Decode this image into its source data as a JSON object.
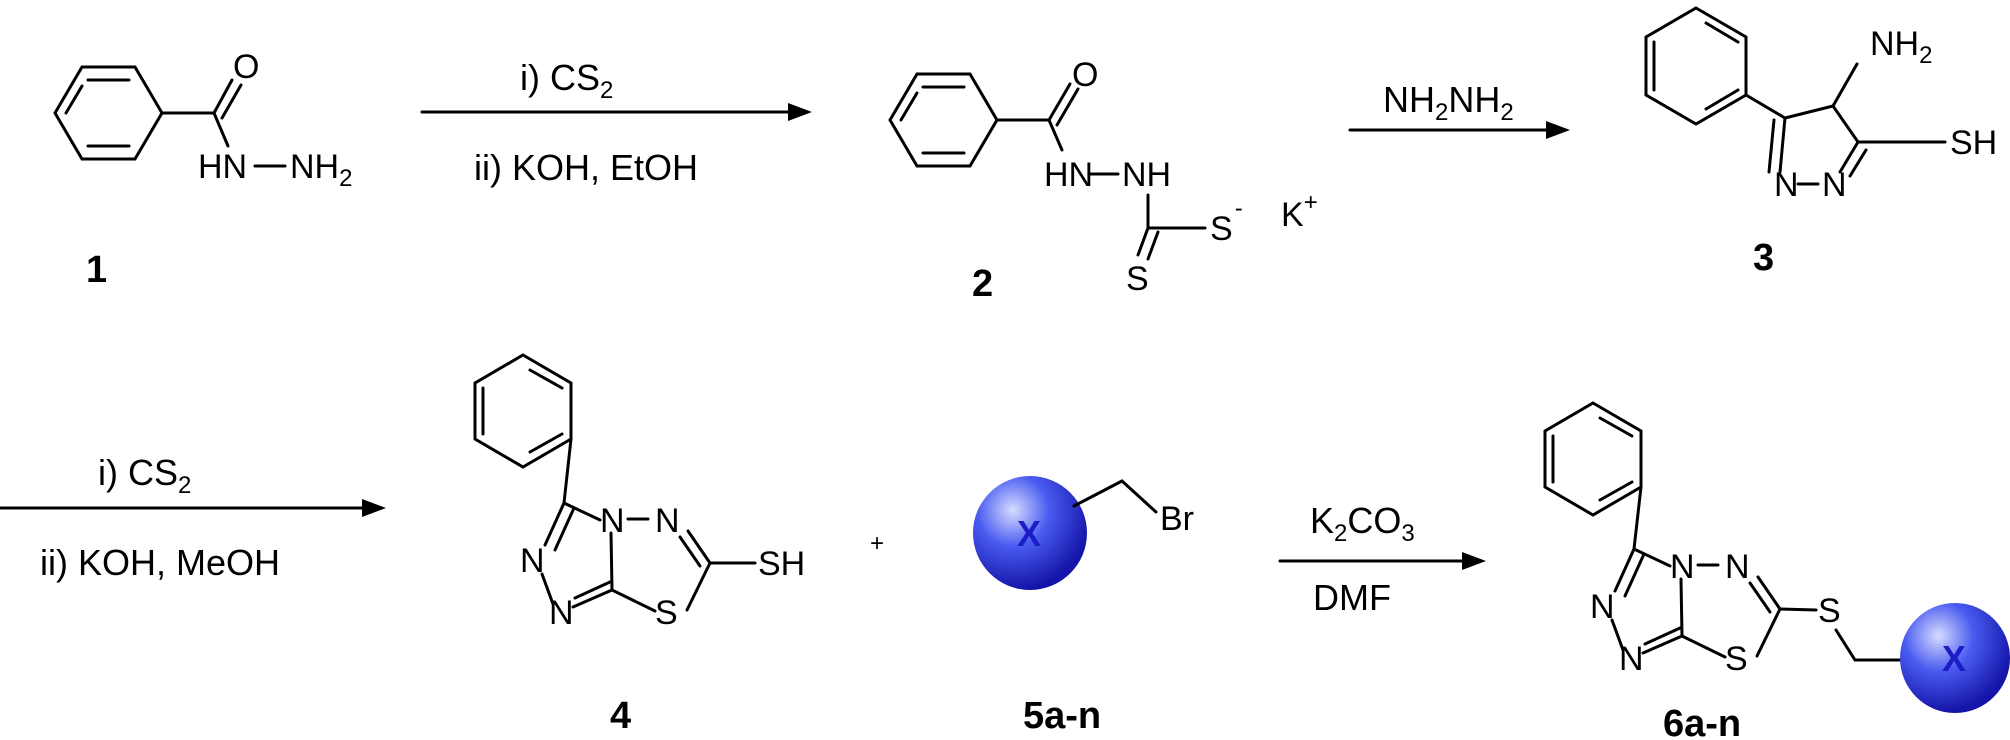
{
  "compounds": {
    "c1": {
      "number": "1",
      "atoms": {
        "o": "O",
        "hn": "HN",
        "nh": "NH",
        "sub2": "2"
      }
    },
    "c2": {
      "number": "2",
      "atoms": {
        "o": "O",
        "hn": "HN",
        "nh": "NH",
        "s": "S",
        "minus": "-",
        "s2": "S",
        "k": "K",
        "plus": "+"
      }
    },
    "c3": {
      "number": "3",
      "atoms": {
        "nh": "NH",
        "sub2": "2",
        "n1": "N",
        "n2": "N",
        "sh": "SH"
      }
    },
    "c4": {
      "number": "4",
      "atoms": {
        "n_top": "N",
        "n_bridge": "N",
        "n_left1": "N",
        "n_left2": "N",
        "s": "S",
        "sh": "SH"
      }
    },
    "c5": {
      "number": "5a-n",
      "atoms": {
        "x": "X",
        "br": "Br"
      }
    },
    "c6": {
      "number": "6a-n",
      "atoms": {
        "n_top": "N",
        "n_bridge": "N",
        "n_left1": "N",
        "n_left2": "N",
        "s_ring": "S",
        "s_link": "S",
        "x": "X"
      }
    }
  },
  "plus_sign": "+",
  "arrows": {
    "a1": {
      "top_prefix": "i) CS",
      "top_sub": "2",
      "bottom": "ii) KOH, EtOH"
    },
    "a2": {
      "p1": "NH",
      "s1": "2",
      "p2": "NH",
      "s2": "2"
    },
    "a3": {
      "top_prefix": "i) CS",
      "top_sub": "2",
      "bottom": "ii) KOH, MeOH"
    },
    "a4": {
      "p1": "K",
      "s1": "2",
      "p2": "CO",
      "s2": "3",
      "bottom": "DMF"
    }
  },
  "colors": {
    "sphere_light": "#c8d0ff",
    "sphere_mid": "#4455ee",
    "sphere_dark": "#1a1ab0",
    "x_label": "#1c1cc8"
  }
}
